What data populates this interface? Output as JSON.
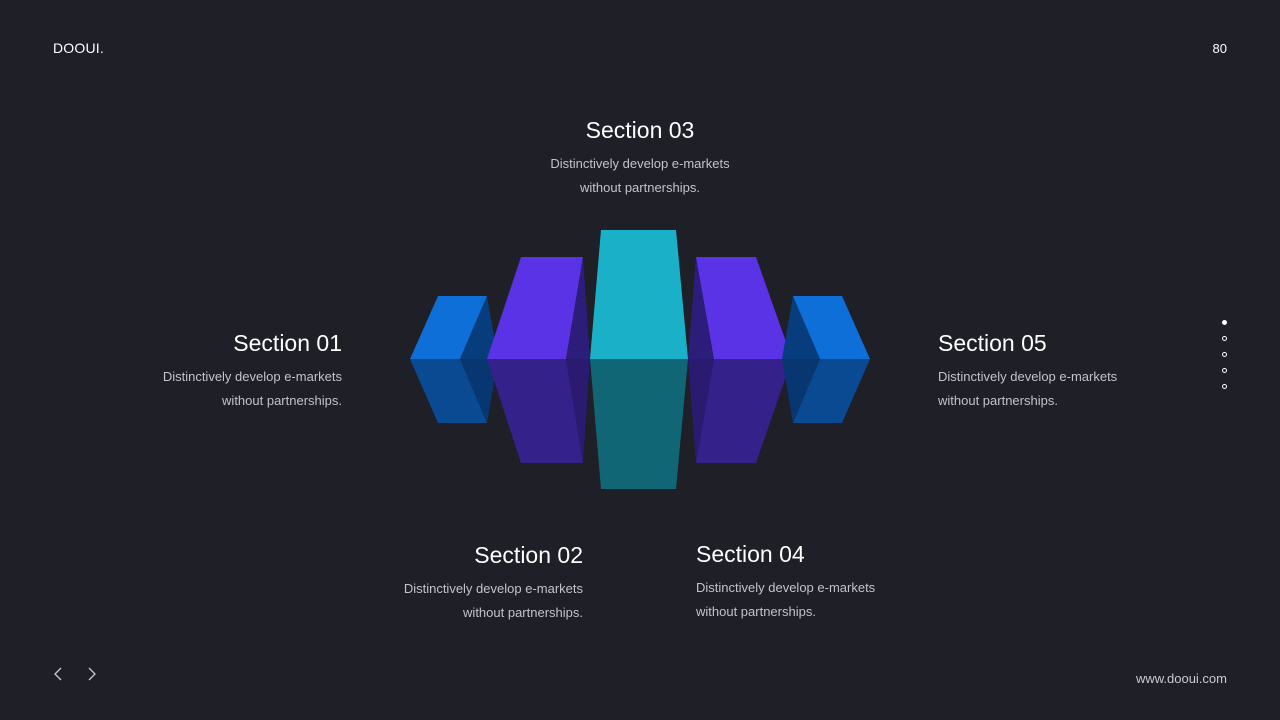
{
  "header": {
    "brand": "DOOUI.",
    "page_number": "80"
  },
  "footer": {
    "url": "www.dooui.com",
    "prev_icon": "chevron-left-icon",
    "next_icon": "chevron-right-icon"
  },
  "pagination": {
    "count": 5,
    "active_index": 0
  },
  "sections": {
    "s01": {
      "title": "Section 01",
      "desc": "Distinctively develop  e-markets\nwithout partnerships."
    },
    "s02": {
      "title": "Section 02",
      "desc": "Distinctively develop  e-markets\nwithout partnerships."
    },
    "s03": {
      "title": "Section 03",
      "desc": "Distinctively develop  e-markets\nwithout partnerships."
    },
    "s04": {
      "title": "Section 04",
      "desc": "Distinctively develop  e-markets\nwithout partnerships."
    },
    "s05": {
      "title": "Section 05",
      "desc": "Distinctively develop  e-markets\nwithout partnerships."
    }
  },
  "colors": {
    "background": "#1e1f27",
    "blue_top": "#0f6fd9",
    "blue_bottom": "#0a4a93",
    "blue_side": "#083d7d",
    "purple_top": "#5b33e6",
    "purple_bottom": "#35218a",
    "purple_side": "#2d1d7a",
    "teal_top": "#1ab0c8",
    "teal_bottom": "#116676"
  }
}
